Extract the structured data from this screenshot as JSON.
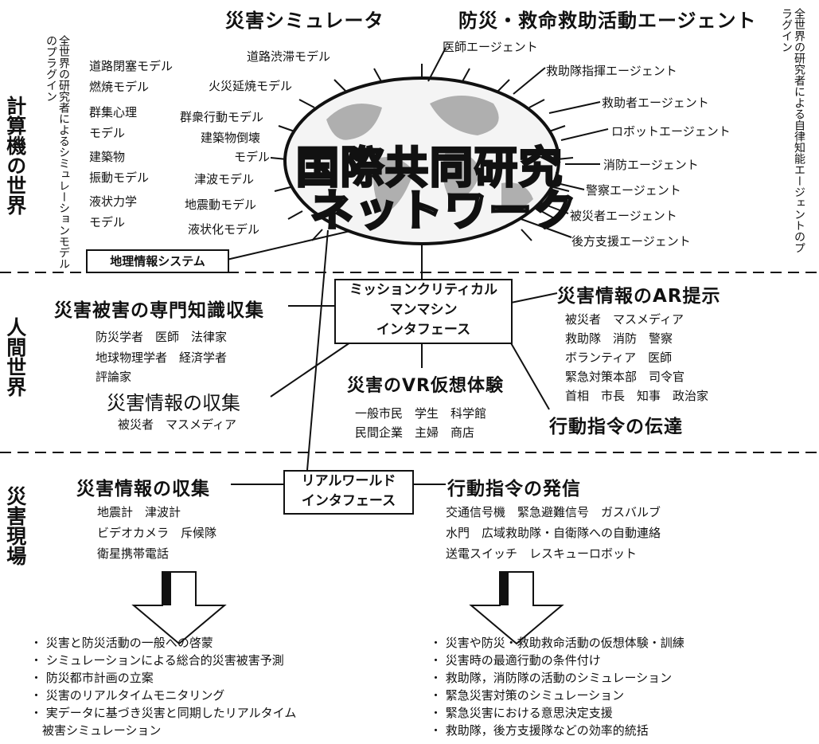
{
  "titles": {
    "simulator": "災害シミュレータ",
    "agents": "防災・救命救助活動エージェント"
  },
  "side_labels": {
    "computer": "計算機の世界",
    "human": "人間世界",
    "site": "災害現場"
  },
  "vertical_notes": {
    "left": "全世界の研究者によるシミュレーションモデルのプラグイン",
    "right": "全世界の研究者による自律知能エージェントのプラグイン"
  },
  "globe": {
    "line1": "国際共同研究",
    "line2": "ネットワーク"
  },
  "models_left": [
    "道路閉塞モデル",
    "燃焼モデル",
    "群集心理",
    "モデル",
    "建築物",
    "振動モデル",
    "液状力学",
    "モデル"
  ],
  "models_inner": [
    "道路渋滞モデル",
    "火災延焼モデル",
    "群衆行動モデル",
    "建築物倒壊",
    "モデル",
    "津波モデル",
    "地震動モデル",
    "液状化モデル"
  ],
  "agents": [
    "医師エージェント",
    "救助隊指揮エージェント",
    "救助者エージェント",
    "ロボットエージェント",
    "消防エージェント",
    "警察エージェント",
    "被災者エージェント",
    "後方支援エージェント"
  ],
  "gis_label": "地理情報システム",
  "human": {
    "expert_title": "災害被害の専門知識収集",
    "expert_lines": [
      "防災学者　医師　法律家",
      "地球物理学者　経済学者",
      "評論家"
    ],
    "mission_box": [
      "ミッションクリティカル",
      "マンマシン",
      "インタフェース"
    ],
    "ar_title": "災害情報のAR提示",
    "ar_lines": [
      "被災者　マスメディア",
      "救助隊　消防　警察",
      "ボランティア　医師",
      "緊急対策本部　司令官",
      "首相　市長　知事　政治家"
    ],
    "collect_title": "災害情報の収集",
    "collect_line": "被災者　マスメディア",
    "vr_title": "災害のVR仮想体験",
    "vr_lines": [
      "一般市民　学生　科学館",
      "民間企業　主婦　商店"
    ],
    "order_title": "行動指令の伝達"
  },
  "site": {
    "collect_title": "災害情報の収集",
    "collect_lines": [
      "地震計　津波計",
      "ビデオカメラ　斥候隊",
      "衛星携帯電話"
    ],
    "real_box": [
      "リアルワールド",
      "インタフェース"
    ],
    "send_title": "行動指令の発信",
    "send_lines": [
      "交通信号機　緊急避難信号　ガスバルブ",
      "水門　広域救助隊・自衛隊への自動連絡",
      "送電スイッチ　レスキューロボット"
    ]
  },
  "bullets_left": [
    "・ 災害と防災活動の一般への啓蒙",
    "・ シミュレーションによる総合的災害被害予測",
    "・ 防災都市計画の立案",
    "・ 災害のリアルタイムモニタリング",
    "・ 実データに基づき災害と同期したリアルタイム",
    "　被害シミュレーション"
  ],
  "bullets_right": [
    "・ 災害や防災・救助救命活動の仮想体験・訓練",
    "・ 災害時の最適行動の条件付け",
    "・ 救助隊，消防隊の活動のシミュレーション",
    "・ 緊急災害対策のシミュレーション",
    "・ 緊急災害における意思決定支援",
    "・ 救助隊，後方支援隊などの効率的統括"
  ]
}
